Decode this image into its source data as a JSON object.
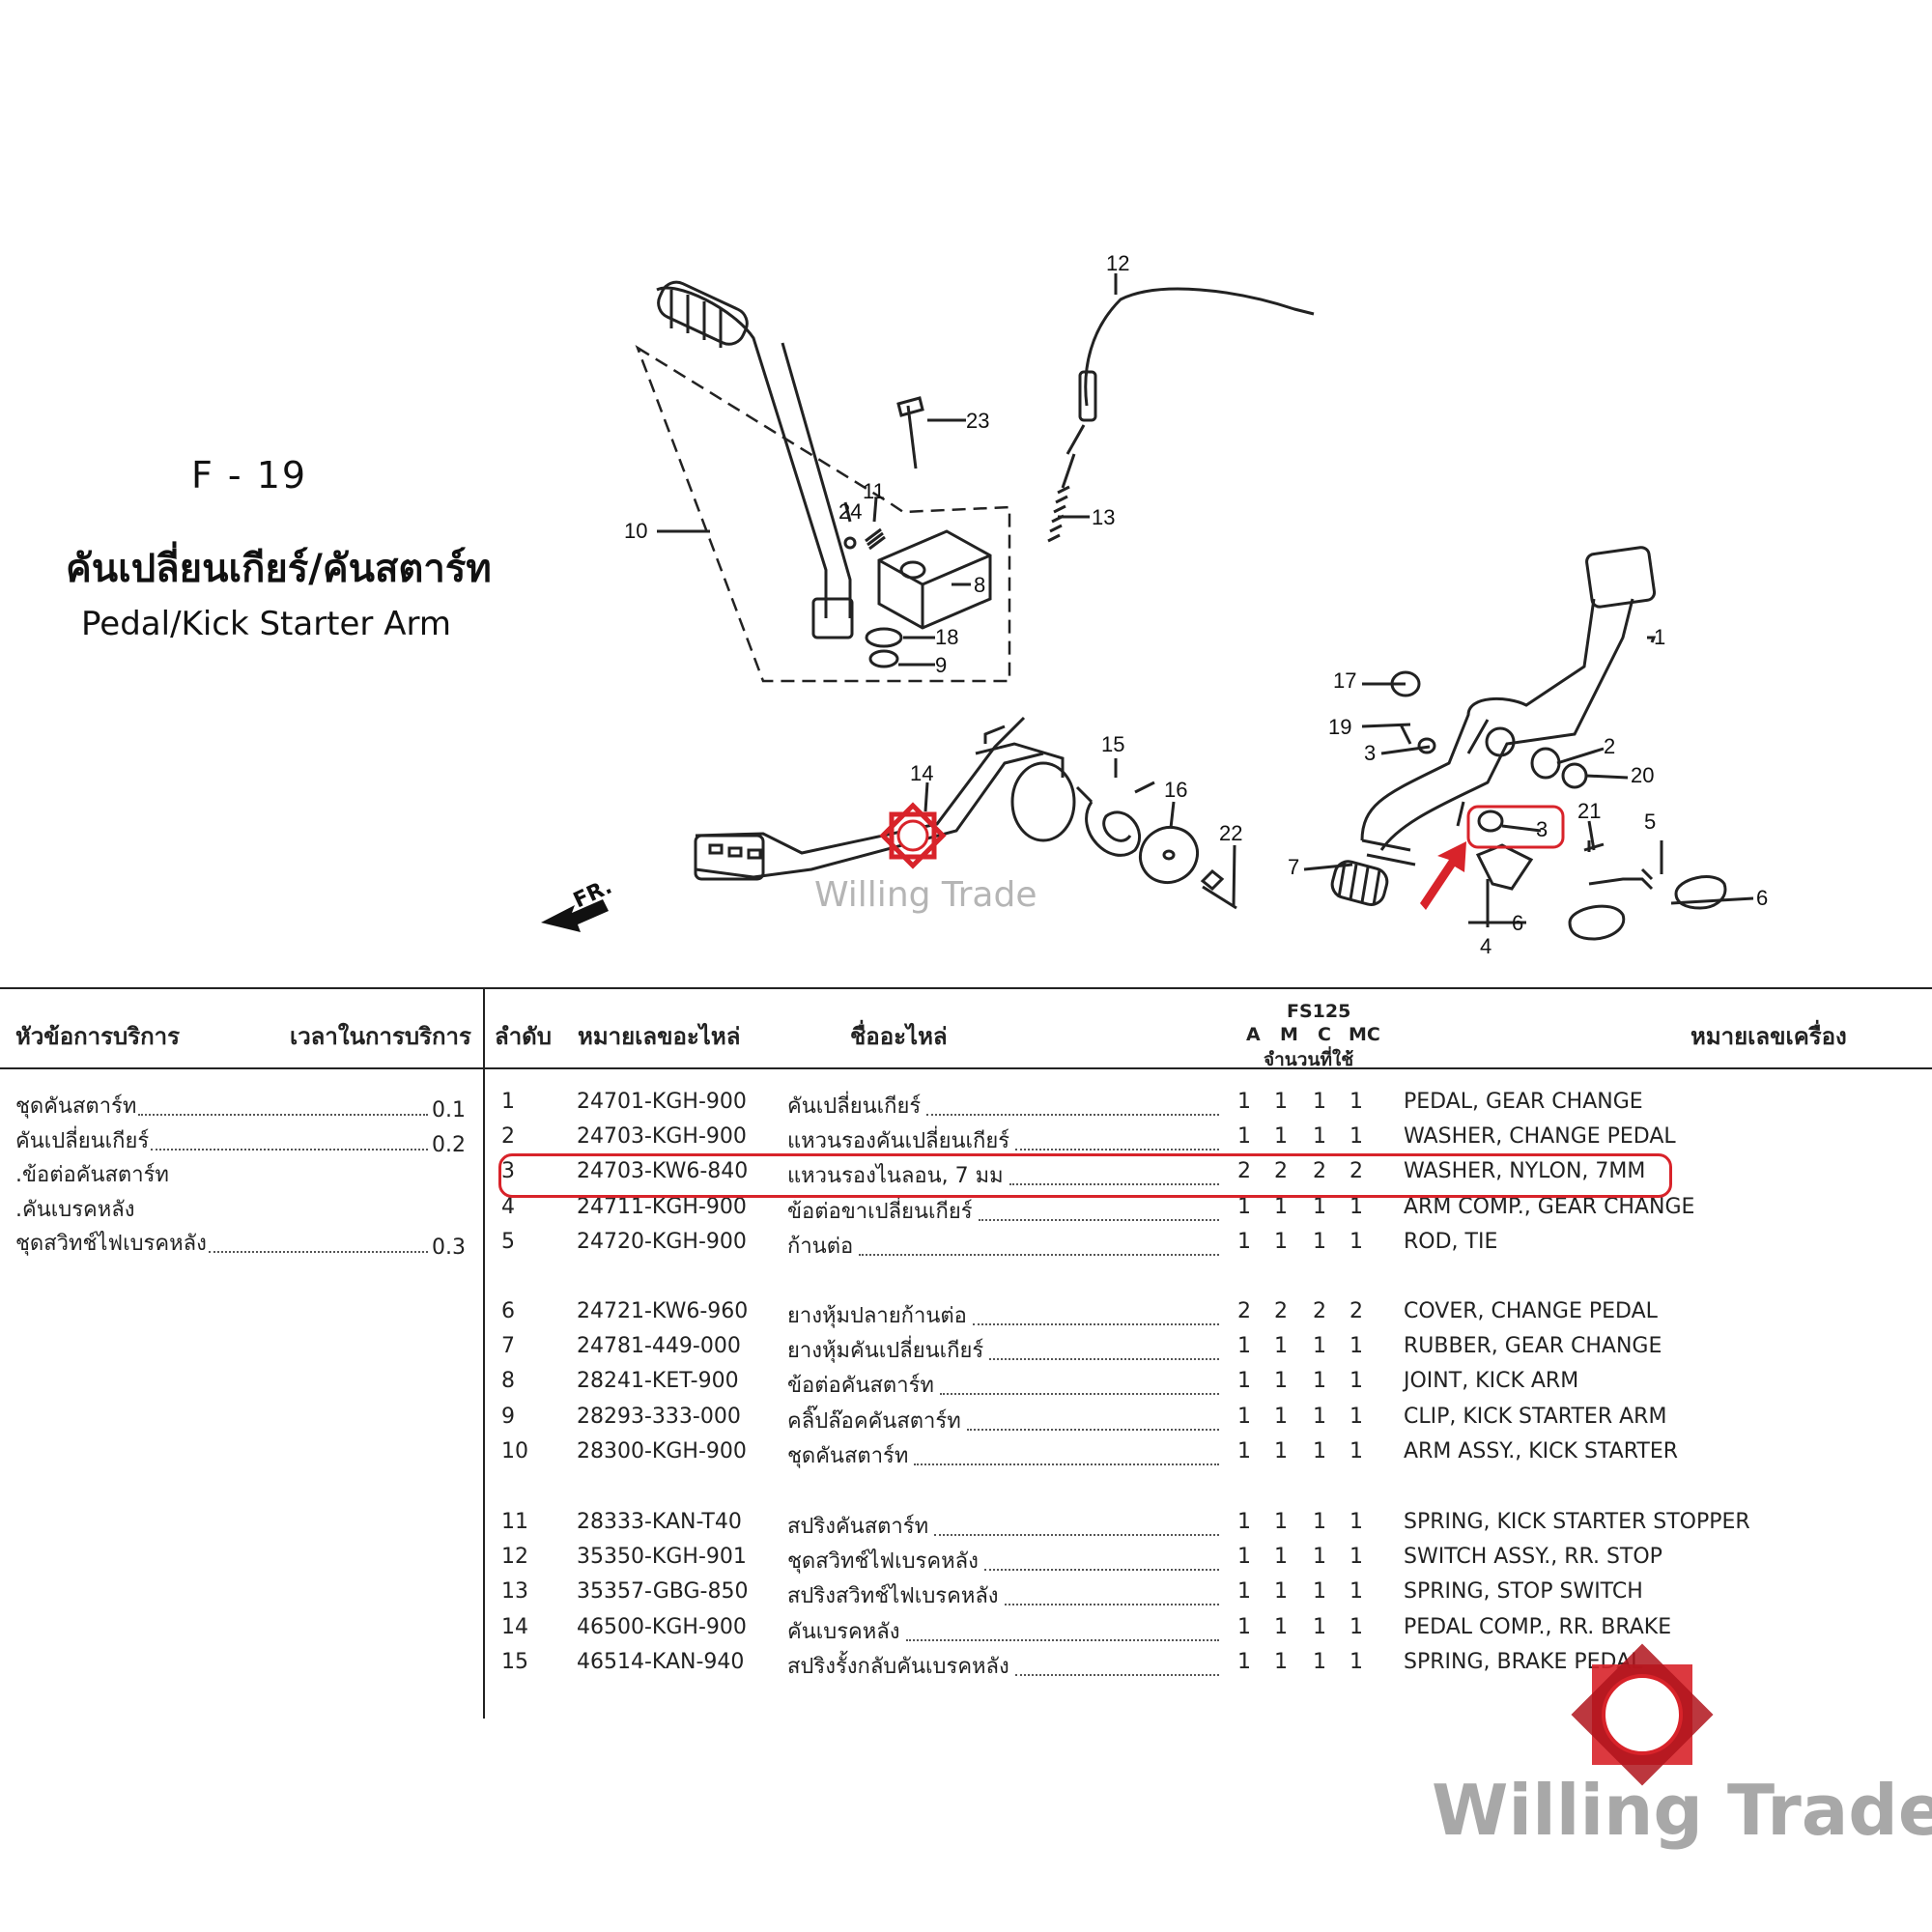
{
  "header": {
    "code": "F - 19",
    "title_th": "คันเปลี่ยนเกียร์/คันสตาร์ท",
    "title_en": "Pedal/Kick Starter Arm"
  },
  "diagram": {
    "callouts": [
      "1",
      "2",
      "3",
      "3",
      "4",
      "5",
      "6",
      "6",
      "7",
      "8",
      "9",
      "10",
      "11",
      "12",
      "13",
      "14",
      "15",
      "16",
      "17",
      "18",
      "19",
      "20",
      "21",
      "22",
      "23",
      "24"
    ],
    "fr_label": "FR."
  },
  "table": {
    "col_service": "หัวข้อการบริการ",
    "col_time": "เวลาในการบริการ",
    "col_no": "ลำดับ",
    "col_part_no": "หมายเลขอะไหล่",
    "col_name": "ชื่ออะไหล่",
    "model": "FS125",
    "variants": [
      "A",
      "M",
      "C",
      "MC"
    ],
    "qty_label": "จำนวนที่ใช้",
    "col_engine": "หมายเลขเครื่อง",
    "services": [
      {
        "name": "ชุดคันสตาร์ท",
        "time": "0.1"
      },
      {
        "name": "คันเปลี่ยนเกียร์",
        "time": "0.2"
      },
      {
        "name": ".ข้อต่อคันสตาร์ท",
        "time": ""
      },
      {
        "name": ".คันเบรคหลัง",
        "time": ""
      },
      {
        "name": "ชุดสวิทช์ไฟเบรคหลัง",
        "time": "0.3"
      }
    ],
    "parts": [
      {
        "no": "1",
        "part_no": "24701-KGH-900",
        "th": "คันเปลี่ยนเกียร์",
        "q": [
          "1",
          "1",
          "1",
          "1"
        ],
        "en": "PEDAL, GEAR CHANGE"
      },
      {
        "no": "2",
        "part_no": "24703-KGH-900",
        "th": "แหวนรองคันเปลี่ยนเกียร์",
        "q": [
          "1",
          "1",
          "1",
          "1"
        ],
        "en": "WASHER, CHANGE PEDAL"
      },
      {
        "no": "3",
        "part_no": "24703-KW6-840",
        "th": "แหวนรองไนลอน, 7 มม",
        "q": [
          "2",
          "2",
          "2",
          "2"
        ],
        "en": "WASHER, NYLON, 7MM"
      },
      {
        "no": "4",
        "part_no": "24711-KGH-900",
        "th": "ข้อต่อขาเปลี่ยนเกียร์",
        "q": [
          "1",
          "1",
          "1",
          "1"
        ],
        "en": "ARM COMP., GEAR CHANGE"
      },
      {
        "no": "5",
        "part_no": "24720-KGH-900",
        "th": "ก้านต่อ",
        "q": [
          "1",
          "1",
          "1",
          "1"
        ],
        "en": "ROD, TIE"
      },
      {
        "no": "6",
        "part_no": "24721-KW6-960",
        "th": "ยางหุ้มปลายก้านต่อ",
        "q": [
          "2",
          "2",
          "2",
          "2"
        ],
        "en": "COVER, CHANGE PEDAL"
      },
      {
        "no": "7",
        "part_no": "24781-449-000",
        "th": "ยางหุ้มคันเปลี่ยนเกียร์",
        "q": [
          "1",
          "1",
          "1",
          "1"
        ],
        "en": "RUBBER, GEAR CHANGE"
      },
      {
        "no": "8",
        "part_no": "28241-KET-900",
        "th": "ข้อต่อคันสตาร์ท",
        "q": [
          "1",
          "1",
          "1",
          "1"
        ],
        "en": "JOINT, KICK ARM"
      },
      {
        "no": "9",
        "part_no": "28293-333-000",
        "th": "คลิ๊ปล๊อคคันสตาร์ท",
        "q": [
          "1",
          "1",
          "1",
          "1"
        ],
        "en": "CLIP, KICK STARTER ARM"
      },
      {
        "no": "10",
        "part_no": "28300-KGH-900",
        "th": "ชุดคันสตาร์ท",
        "q": [
          "1",
          "1",
          "1",
          "1"
        ],
        "en": "ARM ASSY., KICK STARTER"
      },
      {
        "no": "11",
        "part_no": "28333-KAN-T40",
        "th": "สปริงคันสตาร์ท",
        "q": [
          "1",
          "1",
          "1",
          "1"
        ],
        "en": "SPRING, KICK STARTER STOPPER"
      },
      {
        "no": "12",
        "part_no": "35350-KGH-901",
        "th": "ชุดสวิทช์ไฟเบรคหลัง",
        "q": [
          "1",
          "1",
          "1",
          "1"
        ],
        "en": "SWITCH ASSY., RR. STOP"
      },
      {
        "no": "13",
        "part_no": "35357-GBG-850",
        "th": "สปริงสวิทช์ไฟเบรคหลัง",
        "q": [
          "1",
          "1",
          "1",
          "1"
        ],
        "en": "SPRING, STOP SWITCH"
      },
      {
        "no": "14",
        "part_no": "46500-KGH-900",
        "th": "คันเบรคหลัง",
        "q": [
          "1",
          "1",
          "1",
          "1"
        ],
        "en": "PEDAL COMP., RR. BRAKE"
      },
      {
        "no": "15",
        "part_no": "46514-KAN-940",
        "th": "สปริงรั้งกลับคันเบรคหลัง",
        "q": [
          "1",
          "1",
          "1",
          "1"
        ],
        "en": "SPRING, BRAKE PEDAL"
      }
    ]
  },
  "watermark": {
    "text": "Willing Trade",
    "colors": {
      "brand_red": "#d8232a",
      "gray": "#a8a8a8"
    }
  }
}
